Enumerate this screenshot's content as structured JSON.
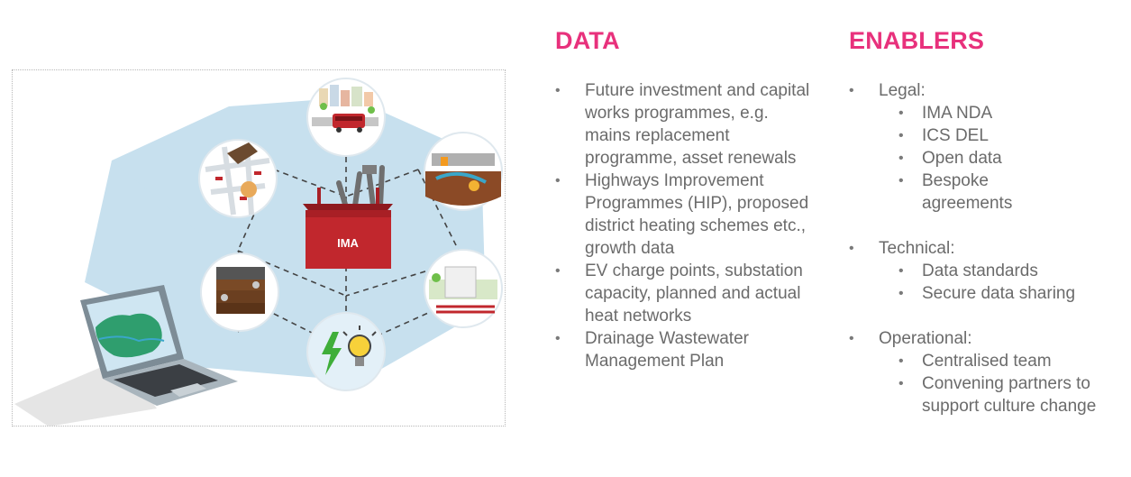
{
  "illustration": {
    "toolbox_label": "IMA",
    "colors": {
      "toolbox": "#c1272d",
      "toolbox_dark": "#8e1a1f",
      "hexagon": "#c7e0ee",
      "laptop_body": "#8a9aa5",
      "map_green": "#2f9e6e",
      "bolt": "#3fae3a",
      "bulb": "#f7d13a"
    },
    "icons": [
      "street-scene-icon",
      "map-hand-icon",
      "trench-works-icon",
      "soil-layers-icon",
      "building-site-icon",
      "energy-icon",
      "laptop-map-icon",
      "toolbox-icon"
    ]
  },
  "data": {
    "heading": "DATA",
    "items": [
      "Future investment and capital works programmes, e.g. mains replacement programme, asset renewals",
      "Highways Improvement Programmes (HIP), proposed district heating schemes etc., growth data",
      "EV charge points, substation capacity, planned and actual heat networks",
      "Drainage Wastewater Management Plan"
    ]
  },
  "enablers": {
    "heading": "ENABLERS",
    "groups": [
      {
        "label": "Legal:",
        "items": [
          "IMA NDA",
          "ICS DEL",
          "Open data",
          "Bespoke agreements"
        ]
      },
      {
        "label": "Technical:",
        "items": [
          "Data standards",
          "Secure data sharing"
        ]
      },
      {
        "label": "Operational:",
        "items": [
          "Centralised team",
          "Convening partners to support culture change"
        ]
      }
    ]
  }
}
